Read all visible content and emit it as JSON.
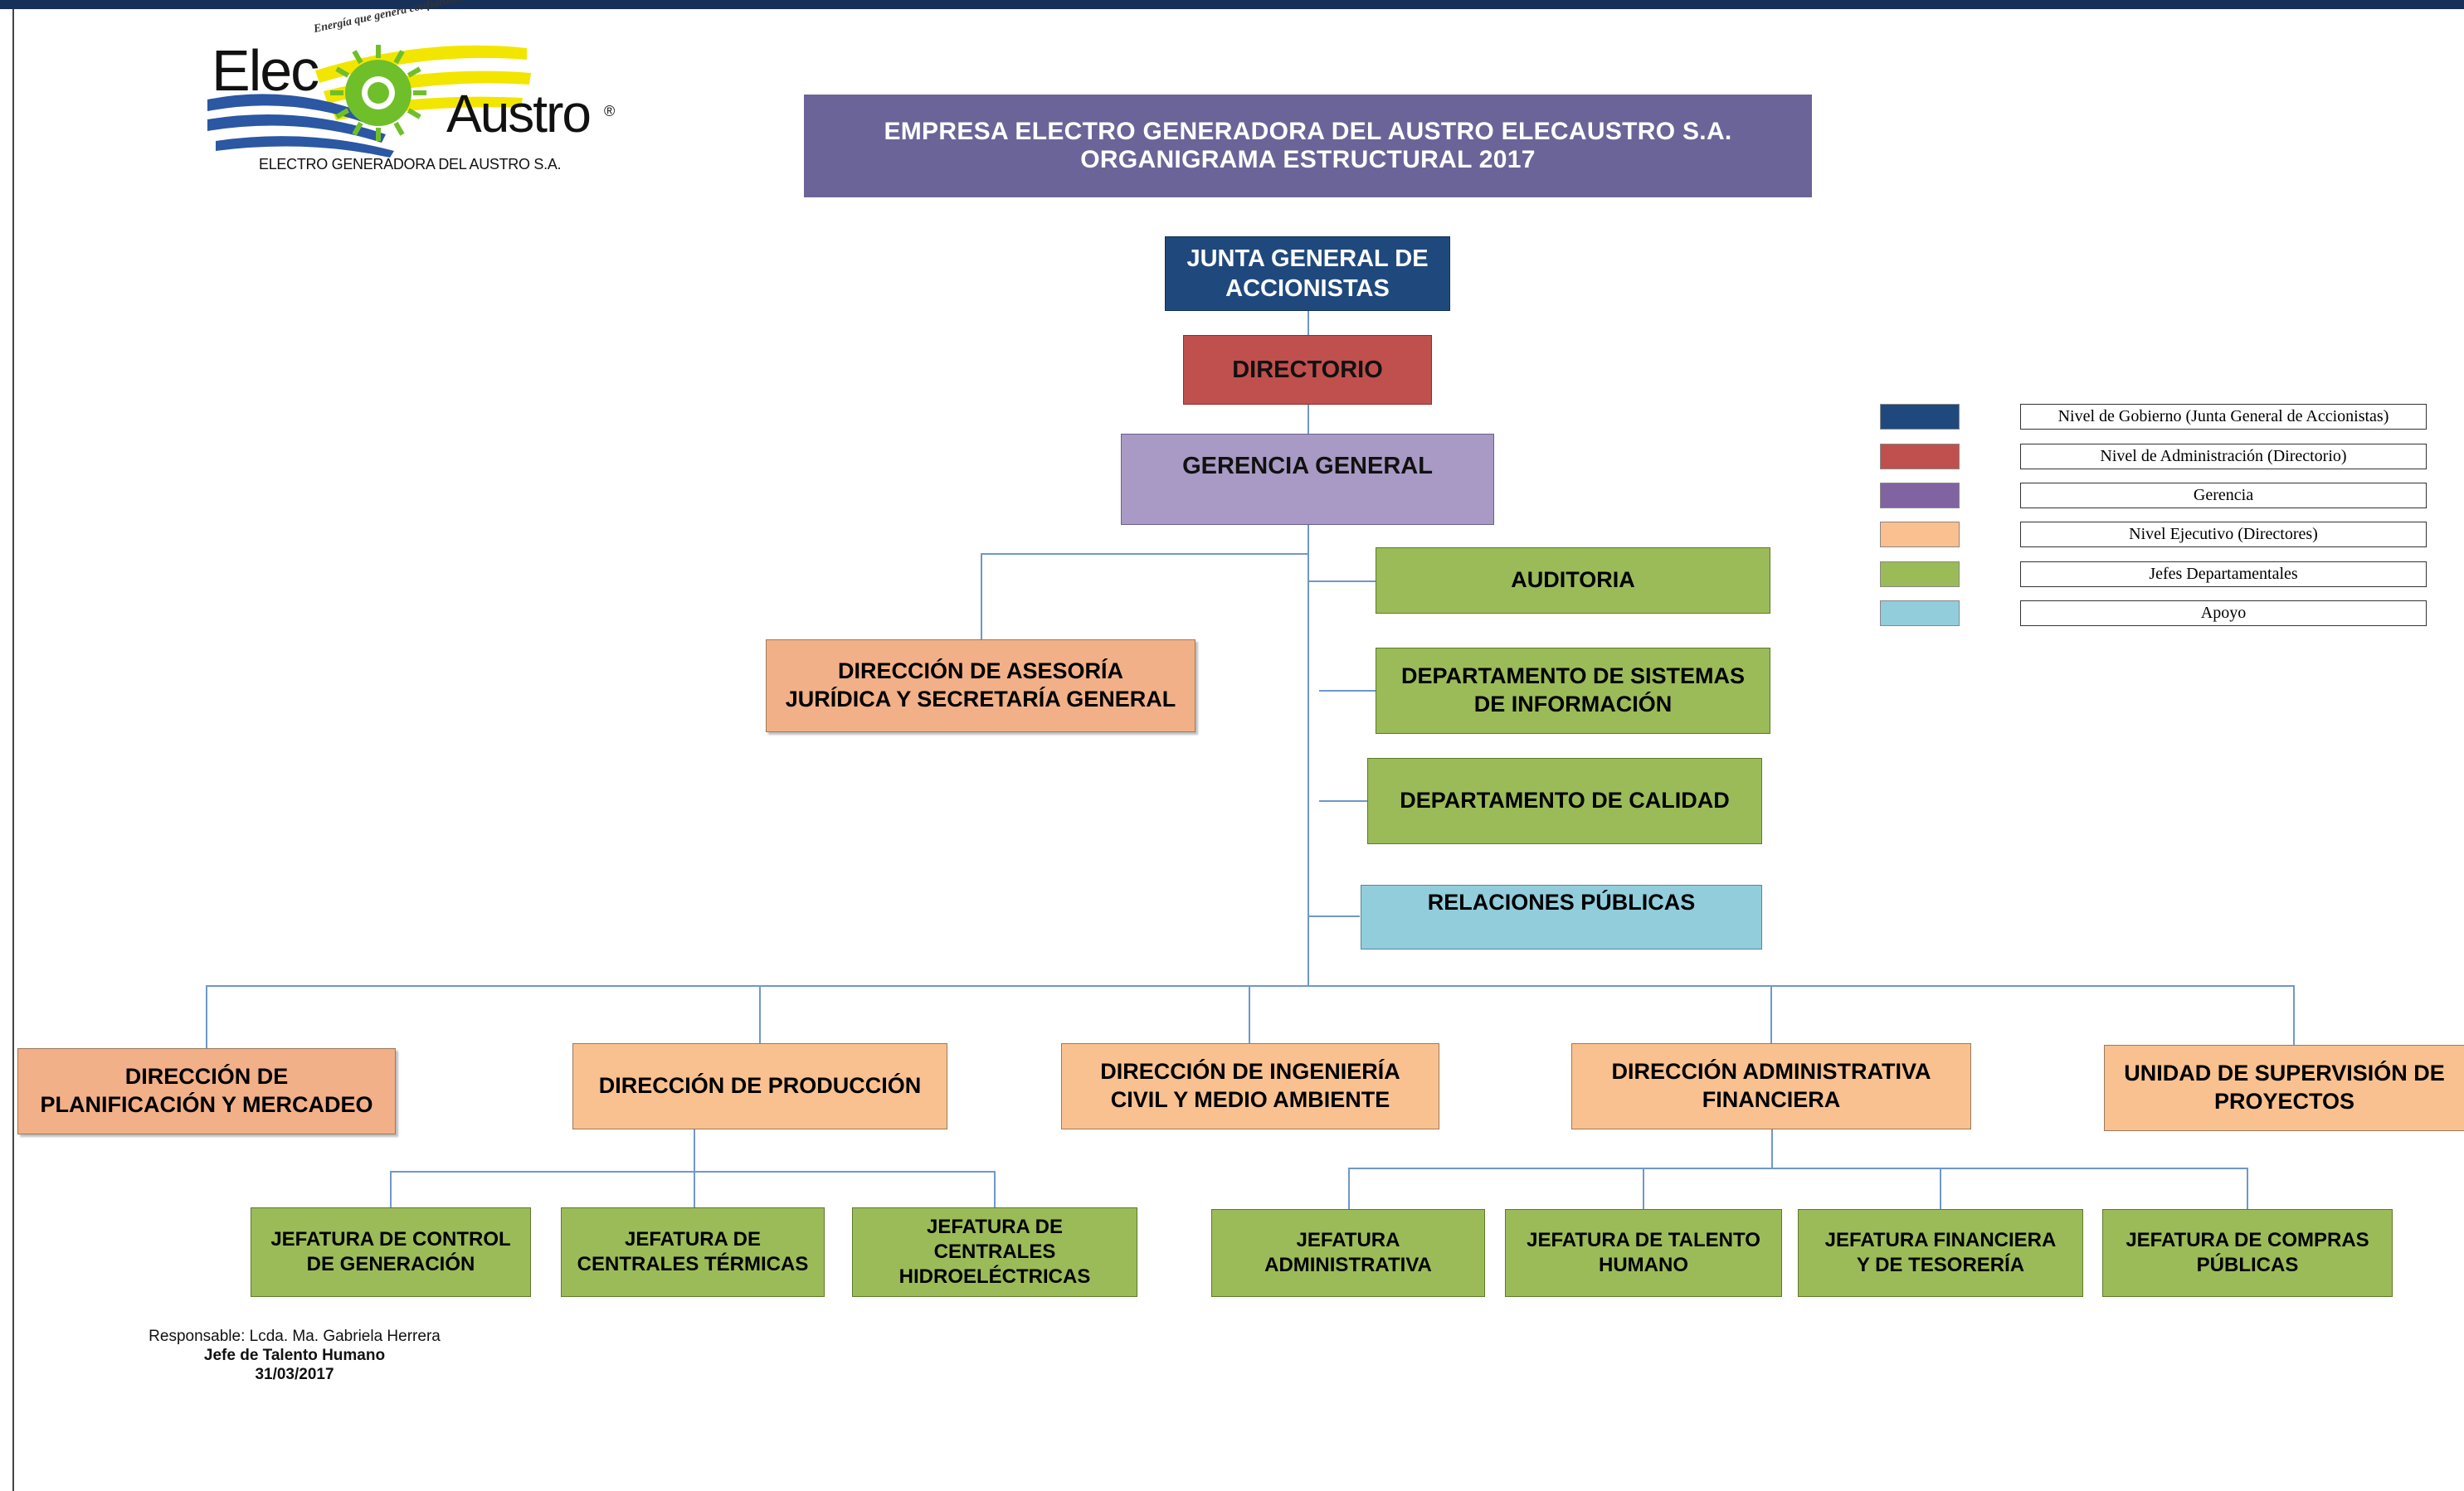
{
  "logo": {
    "brand_left": "Elec",
    "brand_right": "Austro",
    "registered": "®",
    "slogan": "Energía que genera confianza...",
    "subtitle": "ELECTRO GENERADORA DEL AUSTRO S.A."
  },
  "title": {
    "line1": "EMPRESA ELECTRO GENERADORA DEL AUSTRO ELECAUSTRO S.A.",
    "line2": "ORGANIGRAMA ESTRUCTURAL  2017",
    "color": "#6b6498"
  },
  "nodes": {
    "junta": [
      "JUNTA GENERAL DE",
      "ACCIONISTAS"
    ],
    "directorio": "DIRECTORIO",
    "gerencia": "GERENCIA GENERAL",
    "auditoria": "AUDITORIA",
    "sistemas": [
      "DEPARTAMENTO DE SISTEMAS",
      "DE INFORMACIÓN"
    ],
    "calidad": "DEPARTAMENTO DE CALIDAD",
    "relaciones": "RELACIONES PÚBLICAS",
    "asesoria": [
      "DIRECCIÓN DE ASESORÍA",
      "JURÍDICA Y SECRETARÍA GENERAL"
    ],
    "planificacion": [
      "DIRECCIÓN  DE",
      "PLANIFICACIÓN Y MERCADEO"
    ],
    "produccion": "DIRECCIÓN DE PRODUCCIÓN",
    "ingenieria": [
      "DIRECCIÓN DE INGENIERÍA",
      "CIVIL Y MEDIO AMBIENTE"
    ],
    "administrativa": [
      "DIRECCIÓN ADMINISTRATIVA",
      "FINANCIERA"
    ],
    "supervision": [
      "UNIDAD  DE  SUPERVISIÓN DE",
      "PROYECTOS"
    ],
    "jef_control": [
      "JEFATURA DE CONTROL",
      "DE GENERACIÓN"
    ],
    "jef_termicas": [
      "JEFATURA DE",
      "CENTRALES TÉRMICAS"
    ],
    "jef_hidro": [
      "JEFATURA DE",
      "CENTRALES",
      "HIDROELÉCTRICAS"
    ],
    "jef_adm": [
      "JEFATURA",
      "ADMINISTRATIVA"
    ],
    "jef_talento": [
      "JEFATURA  DE TALENTO",
      "HUMANO"
    ],
    "jef_financiera": [
      "JEFATURA  FINANCIERA",
      "Y DE TESORERÍA"
    ],
    "jef_compras": [
      "JEFATURA DE COMPRAS",
      "PÚBLICAS"
    ]
  },
  "legend": [
    {
      "label": "Nivel de Gobierno (Junta General de Accionistas)",
      "color": "#1f497d"
    },
    {
      "label": "Nivel de Administración (Directorio)",
      "color": "#c0504d"
    },
    {
      "label": "Gerencia",
      "color": "#8064a2"
    },
    {
      "label": "Nivel Ejecutivo (Directores)",
      "color": "#fac090"
    },
    {
      "label": "Jefes Departamentales",
      "color": "#9bbb59"
    },
    {
      "label": "Apoyo",
      "color": "#92cddc"
    }
  ],
  "footer": {
    "responsable": "Responsable: Lcda. Ma. Gabriela Herrera",
    "cargo": "Jefe de Talento Humano",
    "fecha": "31/03/2017"
  },
  "colors": {
    "connector": "#6f98c9",
    "topbar": "#16305a"
  }
}
